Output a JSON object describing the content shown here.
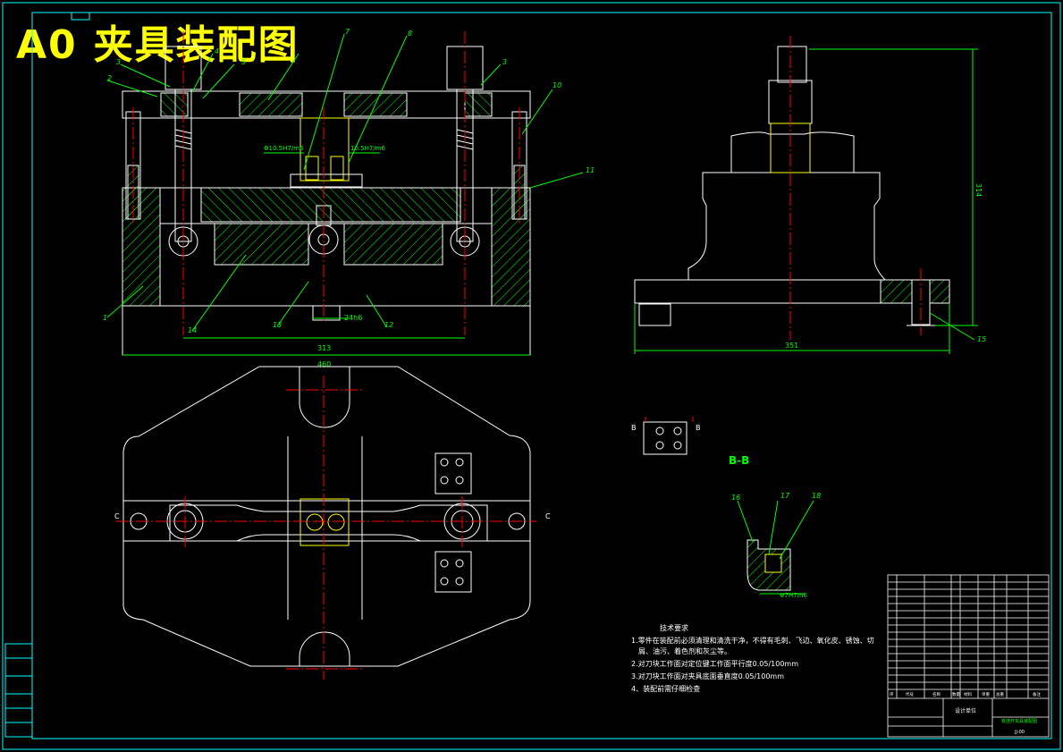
{
  "title": {
    "code": "A0",
    "text": "夹具装配图"
  },
  "colors": {
    "background": "#000000",
    "outline": "#ffffff",
    "hatch": "#00ff00",
    "centerline": "#ff0000",
    "dimension": "#00ff00",
    "title": "#ffff00",
    "part": "#ffff00",
    "frame": "#00ffff"
  },
  "front_view": {
    "balloons": [
      "3",
      "2",
      "4",
      "5",
      "7",
      "8",
      "3",
      "10",
      "11",
      "1",
      "14",
      "13",
      "12"
    ],
    "dims": {
      "bolt_left": "Φ10.5H7/m6",
      "bolt_right": "10.5H7/m6",
      "width": "313",
      "overall": "460",
      "fit": "24h6"
    }
  },
  "side_view": {
    "dims": {
      "height": "314",
      "width": "351"
    },
    "balloons": [
      "15"
    ]
  },
  "section": {
    "label": "B-B",
    "cut_marks": [
      "B",
      "B"
    ],
    "balloons": [
      "16",
      "17",
      "18"
    ],
    "fit": "Φ7H7/n6"
  },
  "top_view": {
    "cut_marks": [
      "C",
      "C"
    ]
  },
  "notes": {
    "heading": "技术要求",
    "items": [
      "1.零件在装配前必须清理和清洗干净，不得有毛刺、飞边、氧化皮、锈蚀、切",
      "屑、油污、着色剂和灰尘等。",
      "2.对刀块工作面对定位键工作面平行度0.05/100mm",
      "3.对刀块工作面对夹具底面垂直度0.05/100mm",
      "4、装配前需仔细检查"
    ]
  },
  "title_block": {
    "header": [
      "序",
      "代号",
      "名称",
      "数量",
      "材料",
      "单重",
      "总重",
      "备注"
    ],
    "company": "设计单位",
    "drawing_name": "铣连杆夹具装配图",
    "drawing_no": "JJ-00"
  }
}
